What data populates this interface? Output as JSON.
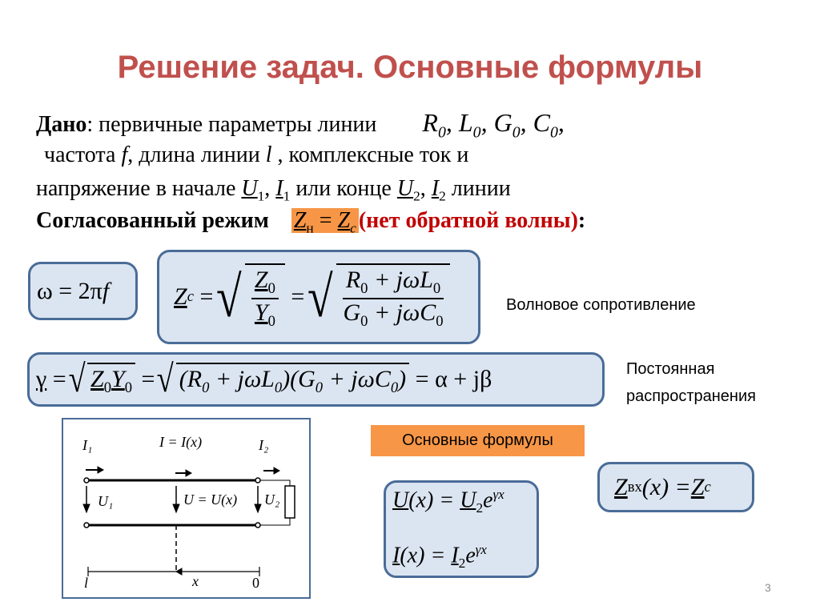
{
  "title": "Решение задач. Основные формулы",
  "given": {
    "label": "Дано",
    "line1": ": первичные параметры линии",
    "params": [
      "R",
      "L",
      "G",
      "C"
    ],
    "param_sub": "0",
    "line2_a": "частота ",
    "f": "f",
    "line2_b": ",  длина линии ",
    "l": "l",
    "line2_c": " , комплексные ток и",
    "line3_a": "напряжение в начале ",
    "U": "U",
    "I": "I",
    "s1": "1",
    "s2": "2",
    "line3_b": " или конце ",
    "line3_c": " линии",
    "matched_label": "Согласованный режим",
    "Z": "Z",
    "sub_n": "н",
    "sub_c": "c",
    "eq": "=",
    "no_reflect": "(нет обратной волны)",
    "colon": ":"
  },
  "formulas": {
    "omega": "ω = 2π",
    "omega_f": "f",
    "zc_lhs": "Z",
    "zc_sub": "c",
    "zc_num1": "Z",
    "zc_den1": "Y",
    "zc_num2": "R",
    "zc_num2_rest": " + jωL",
    "zc_den2": "G",
    "zc_den2_rest": " + jωC",
    "zero": "0",
    "gamma": "γ",
    "gamma_mid": "(R",
    "gamma_mid2": " + jωL",
    "gamma_mid3": ")(G",
    "gamma_mid4": " + jωC",
    "gamma_mid5": ")",
    "gamma_rhs": "= α + jβ",
    "u_x": "U",
    "i_x": "I",
    "x_arg": "(x) = ",
    "exp_e": "e",
    "exp_pow": "γx",
    "zin": "Z",
    "zin_sub": "вх",
    "zin_arg": "(x) = ",
    "zin_rhs": "Z",
    "zin_rhs_sub": "c"
  },
  "labels": {
    "wave_impedance": "Волновое сопротивление",
    "propagation_1": "Постоянная",
    "propagation_2": "распространения",
    "basic_formulas": "Основные формулы"
  },
  "diagram": {
    "I1": "I₁",
    "I_mid": "I = I(x)",
    "I2": "I₂",
    "U1": "U₁",
    "U_mid": "U = U(x)",
    "U2": "U₂",
    "l": "l",
    "x": "x",
    "zero": "0"
  },
  "page_number": "3",
  "colors": {
    "title": "#c0504d",
    "box_border": "#4a6c98",
    "box_fill": "#dbe5f1",
    "orange": "#f79646",
    "red_text": "#c00000"
  }
}
